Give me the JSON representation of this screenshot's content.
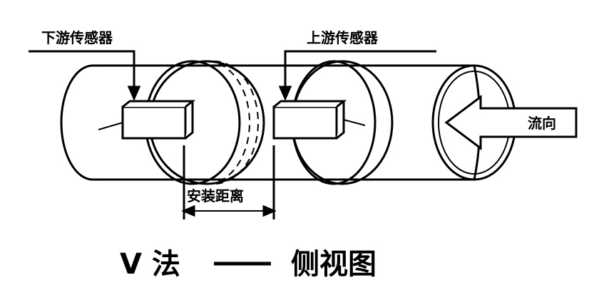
{
  "labels": {
    "downstream_sensor": "下游传感器",
    "upstream_sensor": "上游传感器",
    "flow_direction": "流向",
    "install_distance": "安装距离"
  },
  "title": {
    "method": "V 法",
    "view": "侧视图"
  },
  "colors": {
    "stroke": "#000000",
    "background": "#ffffff"
  }
}
